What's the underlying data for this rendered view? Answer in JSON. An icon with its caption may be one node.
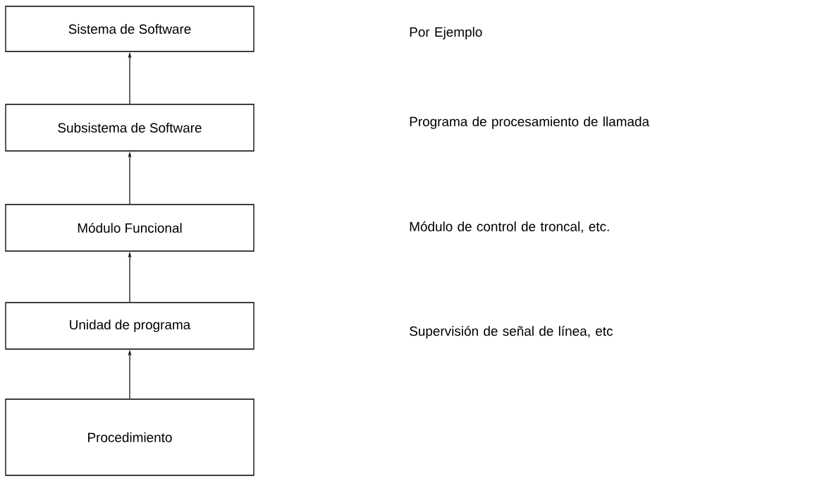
{
  "diagram": {
    "nodes": [
      {
        "text": [
          "Sistema de Software"
        ]
      },
      {
        "text": [
          "Subsistema de Software"
        ]
      },
      {
        "text": [
          "Módulo Funcional"
        ]
      },
      {
        "text": [
          "Unidad de programa"
        ]
      },
      {
        "text": [
          "Procedimiento"
        ]
      }
    ],
    "edges": [
      {
        "from": 1,
        "to": 0,
        "arrow": "to"
      },
      {
        "from": 2,
        "to": 1,
        "arrow": "to"
      },
      {
        "from": 3,
        "to": 2,
        "arrow": "to"
      },
      {
        "from": 4,
        "to": 3,
        "arrow": "to"
      }
    ],
    "labels": [
      "Por Ejemplo",
      "Programa de procesamiento de llamada",
      "Módulo de control de troncal, etc.",
      "Supervisión de señal de línea, etc"
    ]
  }
}
